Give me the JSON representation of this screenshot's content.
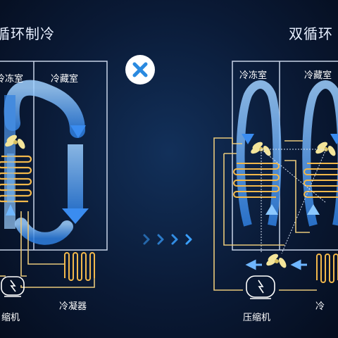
{
  "left": {
    "title": "循环制冷",
    "freezer_label": "冷冻室",
    "fridge_label": "冷藏室",
    "condenser_label": "冷凝器",
    "compressor_label": "缩机"
  },
  "right": {
    "title": "双循环",
    "freezer_label": "冷冻室",
    "fridge_label": "冷藏室",
    "compressor_label": "压缩机",
    "condenser_label": "冷"
  },
  "colors": {
    "cabinet_outline": "#c8d4e8",
    "pipe": "#e8c87a",
    "coil": "#f2b84b",
    "airflow": "#5aa8ff",
    "cross_badge": "#2a8ae0",
    "chevrons": "#3aa0ff"
  },
  "icons": {
    "cross": "x-icon",
    "fan": "fan-icon",
    "compressor": "compressor-icon",
    "chevrons": "chevron-right-icon"
  }
}
